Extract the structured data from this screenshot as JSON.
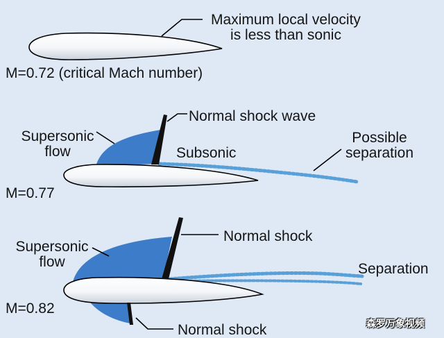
{
  "colors": {
    "background": "#dfe9f6",
    "supersonic_region": "#3d7cc9",
    "shock": "#111111",
    "wake": "#5aa0d8",
    "airfoil_fill": "#ffffff"
  },
  "panels": [
    {
      "mach_label": "M=0.72 (critical Mach number)",
      "callout_line1": "Maximum local velocity",
      "callout_line2": "is less than sonic"
    },
    {
      "mach_label": "M=0.77",
      "supersonic_line1": "Supersonic",
      "supersonic_line2": "flow",
      "shock_label": "Normal shock wave",
      "subsonic_label": "Subsonic",
      "separation_line1": "Possible",
      "separation_line2": "separation"
    },
    {
      "mach_label": "M=0.82",
      "supersonic_line1": "Supersonic",
      "supersonic_line2": "flow",
      "upper_shock_label": "Normal shock",
      "lower_shock_label": "Normal shock",
      "separation_label": "Separation"
    }
  ],
  "watermark": "森罗万象视频"
}
